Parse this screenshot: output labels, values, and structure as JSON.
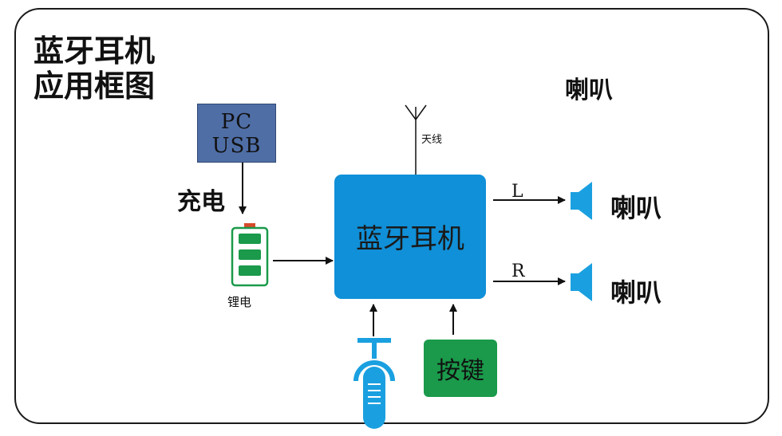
{
  "title": {
    "line1": "蓝牙耳机",
    "line2": "应用框图"
  },
  "top_speaker_label": "喇叭",
  "pc_usb": {
    "line1": "PC",
    "line2": "USB"
  },
  "charge_label": "充电",
  "battery_label": "锂电",
  "antenna_label": "天线",
  "bluetooth_label": "蓝牙耳机",
  "key_label": "按键",
  "left_channel": {
    "channel": "L",
    "speaker": "喇叭"
  },
  "right_channel": {
    "channel": "R",
    "speaker": "喇叭"
  },
  "colors": {
    "pc_usb": "#4f6ea6",
    "bluetooth": "#1090d8",
    "key": "#1a9a4a",
    "battery": "#1a9a4a",
    "battery_tip": "#d64a2a",
    "speaker": "#1aa0e0",
    "mic": "#1aa0e0"
  }
}
